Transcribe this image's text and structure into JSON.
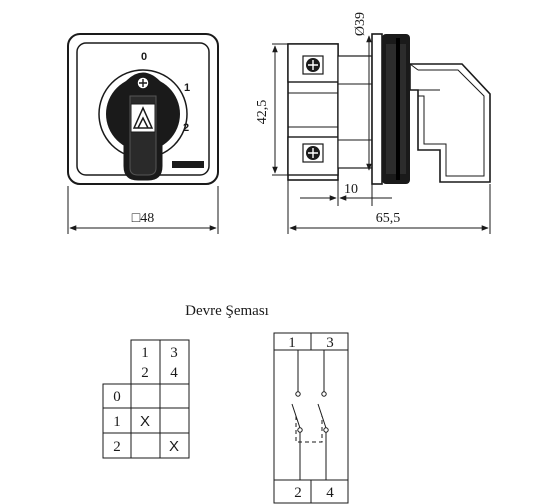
{
  "front_view": {
    "positions": [
      "0",
      "1",
      "2"
    ],
    "width_dim": "□48"
  },
  "side_view": {
    "height_dim": "42,5",
    "diameter_dim": "Ø39",
    "depth_dim": "10",
    "length_dim": "65,5"
  },
  "circuit": {
    "title": "Devre Şeması",
    "header_row1": [
      "1",
      "3"
    ],
    "header_row2": [
      "2",
      "4"
    ],
    "rows": [
      {
        "pos": "0",
        "c1": "",
        "c2": ""
      },
      {
        "pos": "1",
        "c1": "X",
        "c2": ""
      },
      {
        "pos": "2",
        "c1": "",
        "c2": "X"
      }
    ],
    "schematic_top": [
      "1",
      "3"
    ],
    "schematic_bottom": [
      "2",
      "4"
    ]
  }
}
